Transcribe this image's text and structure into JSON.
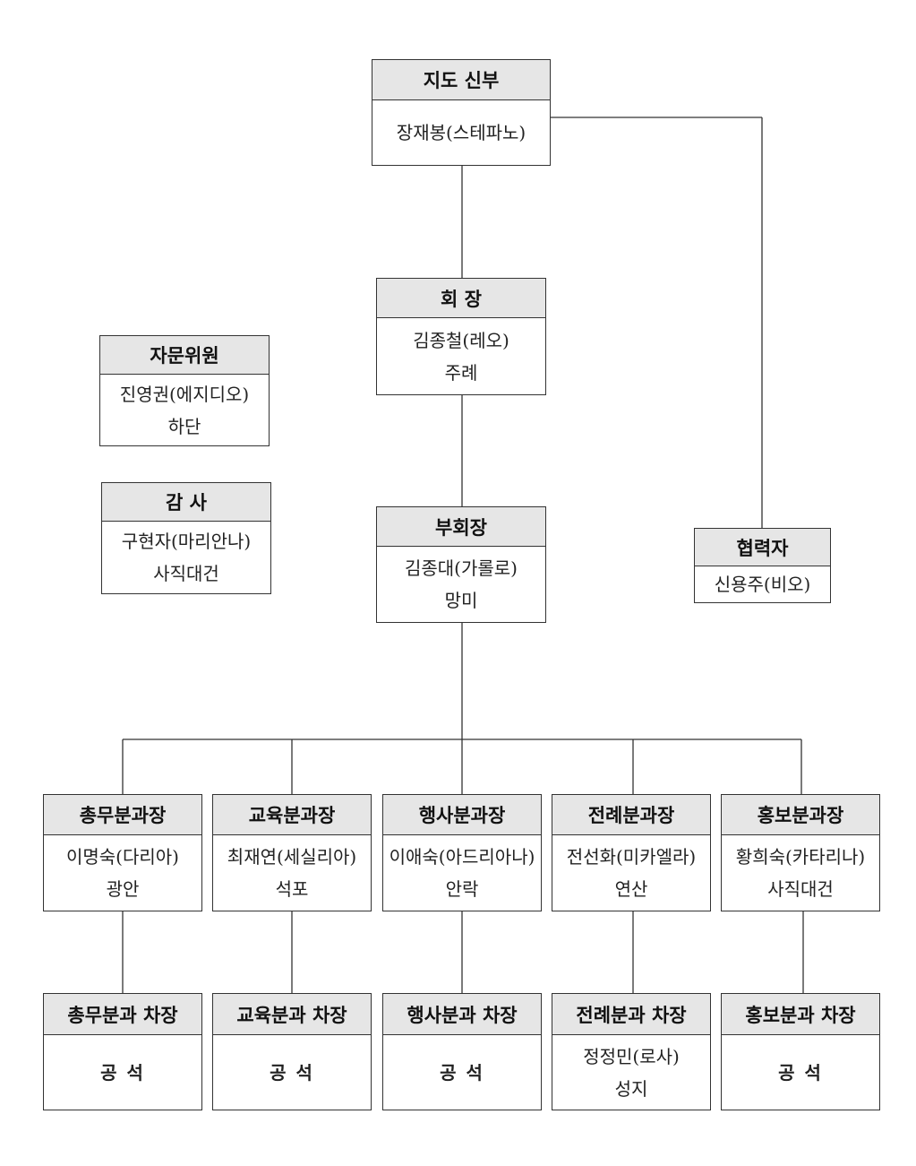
{
  "director": {
    "title": "지도 신부",
    "name": "장재봉(스테파노)"
  },
  "president": {
    "title": "회 장",
    "name": "김종철(레오)",
    "location": "주례"
  },
  "advisor": {
    "title": "자문위원",
    "name": "진영권(에지디오)",
    "location": "하단"
  },
  "auditor": {
    "title": "감 사",
    "name": "구현자(마리안나)",
    "location": "사직대건"
  },
  "vice_president": {
    "title": "부회장",
    "name": "김종대(가롤로)",
    "location": "망미"
  },
  "collaborator": {
    "title": "협력자",
    "name": "신용주(비오)"
  },
  "divisions": [
    {
      "title": "총무분과장",
      "name": "이명숙(다리아)",
      "location": "광안",
      "deputy": {
        "title": "총무분과 차장",
        "name": "공 석"
      }
    },
    {
      "title": "교육분과장",
      "name": "최재연(세실리아)",
      "location": "석포",
      "deputy": {
        "title": "교육분과 차장",
        "name": "공 석"
      }
    },
    {
      "title": "행사분과장",
      "name": "이애숙(아드리아나)",
      "location": "안락",
      "deputy": {
        "title": "행사분과 차장",
        "name": "공 석"
      }
    },
    {
      "title": "전례분과장",
      "name": "전선화(미카엘라)",
      "location": "연산",
      "deputy": {
        "title": "전례분과 차장",
        "name": "정정민(로사)",
        "location": "성지"
      }
    },
    {
      "title": "홍보분과장",
      "name": "황희숙(카타리나)",
      "location": "사직대건",
      "deputy": {
        "title": "홍보분과 차장",
        "name": "공 석"
      }
    }
  ]
}
